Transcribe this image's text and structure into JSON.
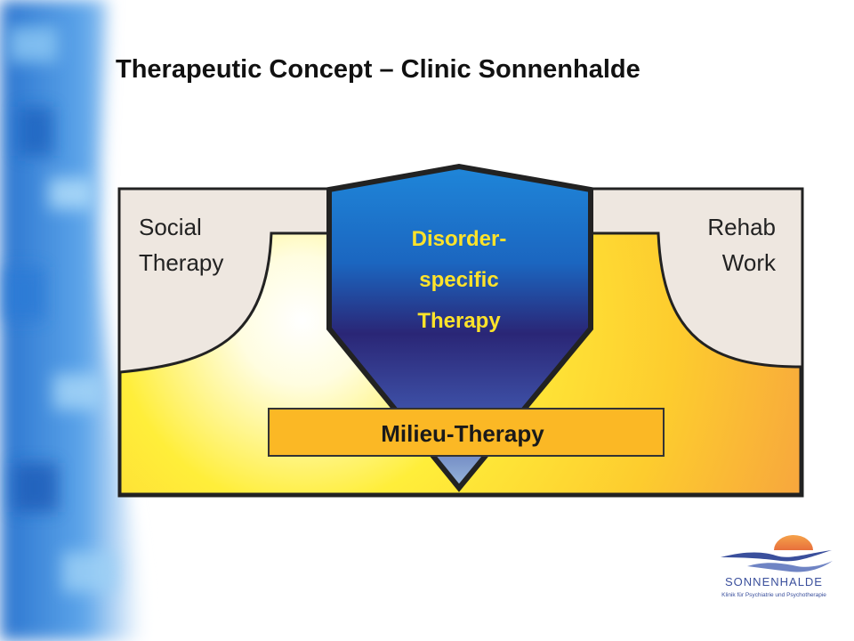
{
  "title": "Therapeutic Concept – Clinic Sonnenhalde",
  "diagram": {
    "social_therapy": [
      "Social",
      "Therapy"
    ],
    "rehab_work": [
      "Rehab",
      "Work"
    ],
    "disorder_specific": [
      "Disorder-",
      "specific",
      "Therapy"
    ],
    "milieu": "Milieu-Therapy"
  },
  "logo": {
    "name": "SONNENHALDE",
    "tagline": "Klinik für Psychiatrie und Psychotherapie"
  },
  "colors": {
    "side_art": "#2f7fd6",
    "beige": "#eee7e0",
    "yellow": "#ffe81a",
    "orange": "#fbb53a",
    "milieu_bar": "#fbb825",
    "shield_top": "#1f7fd6",
    "shield_bottom": "#2a2570",
    "outline": "#222222",
    "logo_blue": "#3a4f9c",
    "logo_sun": "#f0914b"
  }
}
